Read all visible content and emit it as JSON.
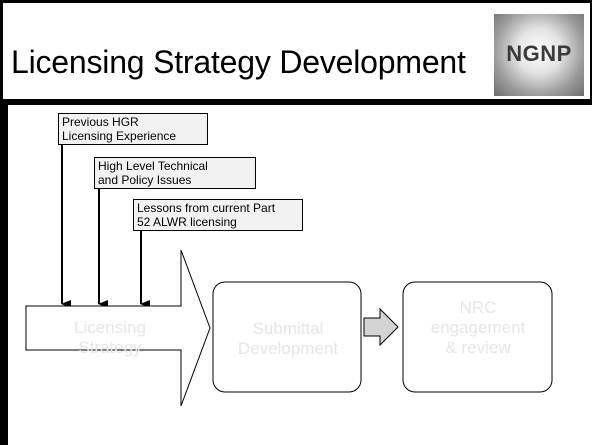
{
  "slide": {
    "title": "Licensing Strategy Development",
    "logo_text": "NGNP"
  },
  "inputs": [
    "Previous HGR\nLicensing Experience",
    "High Level Technical\nand Policy Issues",
    "Lessons from current Part\n52 ALWR licensing"
  ],
  "flow": [
    "Licensing\nStrategy",
    "Submittal\nDevelopment",
    "NRC\nengagement\n& review"
  ],
  "colors": {
    "box_fill": "#f2f2f2",
    "flow_text": "#e6e6e6",
    "connector_fill": "#d4d4d4"
  }
}
